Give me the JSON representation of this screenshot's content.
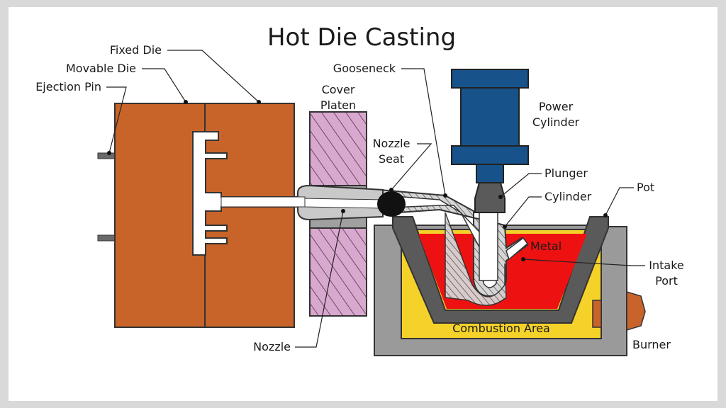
{
  "title": "Hot Die Casting",
  "labels": {
    "fixed_die": "Fixed Die",
    "movable_die": "Movable Die",
    "ejection_pin": "Ejection Pin",
    "gooseneck": "Gooseneck",
    "cover": "Cover",
    "platen": "Platen",
    "nozzle_seat_1": "Nozzle",
    "nozzle_seat_2": "Seat",
    "power_1": "Power",
    "power_2": "Cylinder",
    "plunger": "Plunger",
    "cylinder": "Cylinder",
    "pot": "Pot",
    "metal": "Metal",
    "intake_1": "Intake",
    "intake_2": "Port",
    "combustion_area": "Combustion Area",
    "nozzle": "Nozzle",
    "burner": "Burner"
  },
  "colors": {
    "die": "#c8642a",
    "platen": "#d9a8cf",
    "cylinder_blue": "#17538a",
    "metal": "#ee1111",
    "combustion": "#f5d22a",
    "pot_gray": "#9a9a9a",
    "dark_gray": "#5a5a5a",
    "burner": "#c8642a"
  }
}
